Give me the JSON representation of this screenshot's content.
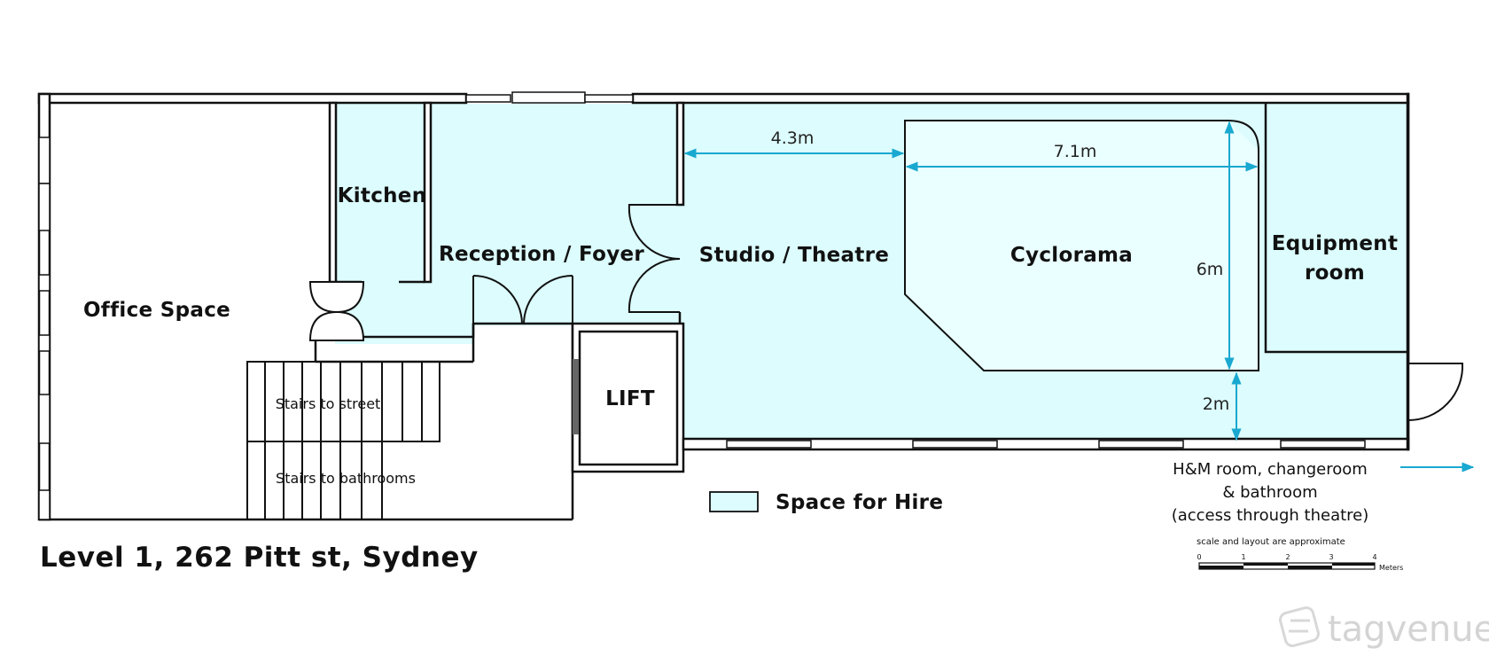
{
  "title": "Level 1, 262 Pitt st, Sydney",
  "rooms": {
    "office": "Office Space",
    "kitchen": "Kitchen",
    "reception": "Reception / Foyer",
    "studio": "Studio / Theatre",
    "cyclorama": "Cyclorama",
    "equipment_line1": "Equipment",
    "equipment_line2": "room",
    "lift": "LIFT",
    "stairs_street": "Stairs to street",
    "stairs_bathrooms": "Stairs to bathrooms"
  },
  "dimensions": {
    "studio_width": "4.3m",
    "cyclorama_width": "7.1m",
    "cyclorama_depth": "6m",
    "front_gap": "2m"
  },
  "legend": {
    "label": "Space for Hire",
    "color": "#dcfcfd"
  },
  "hm_note": {
    "line1": "H&M room, changeroom",
    "line2": "& bathroom",
    "line3": "(access through theatre)"
  },
  "scale": {
    "note": "scale and layout are approximate",
    "ticks": [
      "0",
      "1",
      "2",
      "3",
      "4"
    ],
    "unit": "Meters"
  },
  "watermark": "tagvenue",
  "colors": {
    "hire_fill": "#dcfcfd",
    "dimension_line": "#19a8d0",
    "wall": "#111111"
  }
}
